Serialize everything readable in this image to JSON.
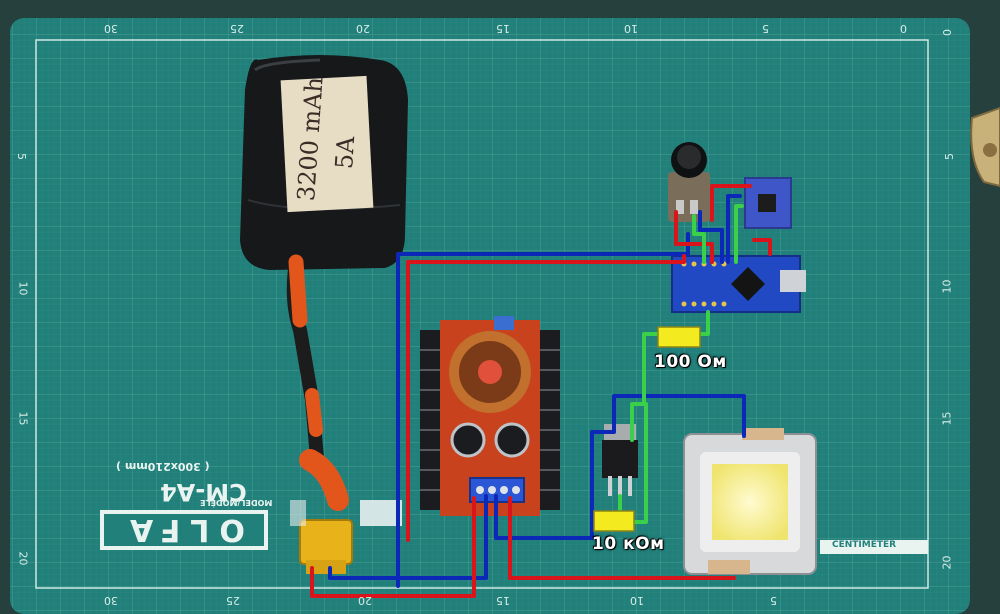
{
  "labels": {
    "resistor_top": "100 Ом",
    "resistor_bottom": "10 кОм"
  },
  "battery": {
    "line1": "3200 mAh",
    "line2": "5A"
  },
  "mat": {
    "brand": "OLFA",
    "model": "CM-A4",
    "size": "( 300x210mm )",
    "model_caption": "MODEL/MODÈLE",
    "centimeter": "CENTIMETER",
    "top_ticks": [
      "30",
      "25",
      "20",
      "15",
      "10",
      "5",
      "0"
    ],
    "left_ticks": [
      "5",
      "10",
      "15",
      "20"
    ],
    "right_ticks": [
      "0",
      "5",
      "10",
      "15",
      "20"
    ],
    "bottom_ticks": [
      "30",
      "25",
      "20",
      "15",
      "10",
      "5"
    ]
  },
  "colors": {
    "mat": "#21807a",
    "wire_red": "#d9151b",
    "wire_blue": "#0b28b8",
    "wire_green": "#3bd04a",
    "resistor": "#f3ea1f",
    "label_text": "#ffffff"
  }
}
